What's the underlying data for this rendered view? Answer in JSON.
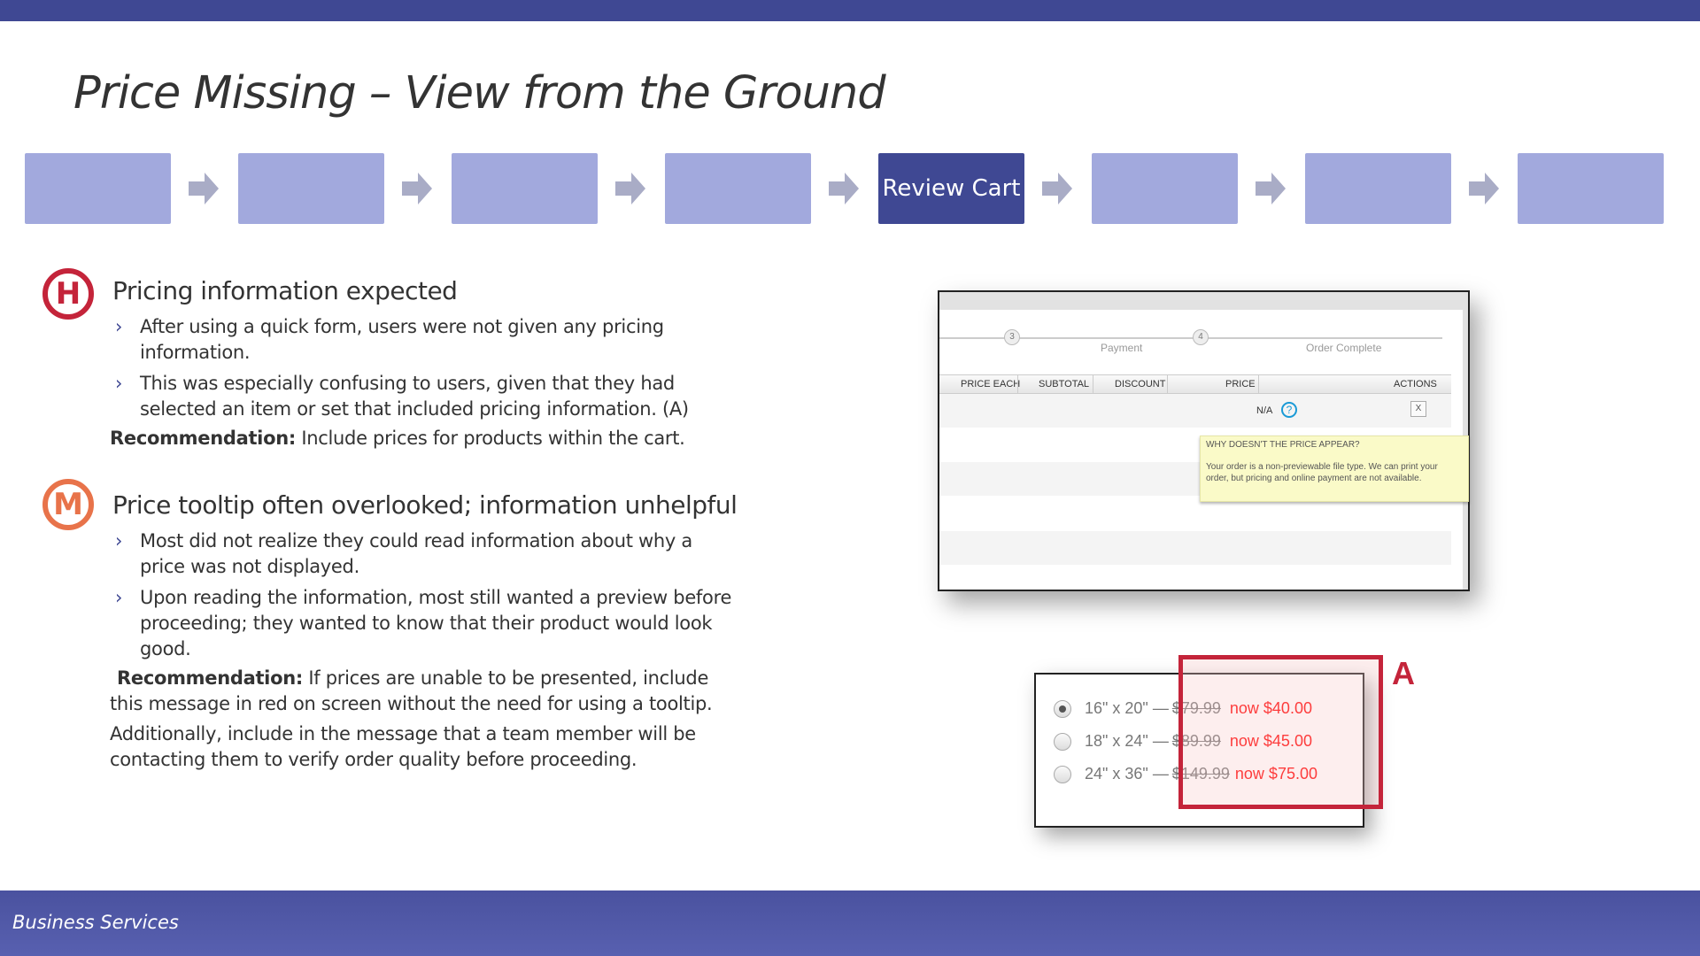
{
  "slide": {
    "title": "Price Missing – View from the Ground"
  },
  "process_steps": [
    "",
    "",
    "",
    "",
    "Review Cart",
    "",
    "",
    ""
  ],
  "active_step": "Review Cart",
  "findings": [
    {
      "severity": "H",
      "color": "#c4243a",
      "heading": "Pricing information expected",
      "bullets": [
        "After using a quick form, users were not given any pricing information.",
        "This was especially confusing to users, given that they had selected an item or set that included pricing information. (A)"
      ],
      "rec_label": "Recommendation:",
      "rec_text": " Include prices for products within the cart."
    },
    {
      "severity": "M",
      "color": "#e8734a",
      "heading": "Price tooltip often overlooked; information unhelpful",
      "bullets": [
        "Most did not realize they could read information about why a price was not displayed.",
        "Upon reading the information, most still wanted a preview before proceeding; they wanted to know that their product would look good."
      ],
      "rec_label": "Recommendation:",
      "rec_text": " If prices are unable to be presented, include this message in red on screen without the need for using a tooltip.",
      "additional": " Additionally, include in the message that a team member will be contacting them to verify order quality before proceeding."
    }
  ],
  "cart": {
    "progress": [
      {
        "num": "3",
        "label": "Payment"
      },
      {
        "num": "4",
        "label": "Order Complete"
      }
    ],
    "columns": [
      "PRICE EACH",
      "SUBTOTAL",
      "DISCOUNT",
      "PRICE",
      "ACTIONS"
    ],
    "price_value": "N/A",
    "remove_label": "X",
    "tooltip_title": "WHY DOESN'T THE PRICE APPEAR?",
    "tooltip_body": "Your order is a non-previewable file type. We can print your order, but pricing and online payment are not available."
  },
  "options": [
    {
      "size": "16\" x 20\" —",
      "old": "$79.99",
      "now": "now $40.00",
      "selected": true
    },
    {
      "size": "18\" x 24\" —",
      "old": "$89.99",
      "now": "now $45.00",
      "selected": false
    },
    {
      "size": "24\" x 36\" —",
      "old": "$149.99",
      "now": "now $75.00",
      "selected": false
    }
  ],
  "callout_label": "A",
  "footer": {
    "text": "Business Services"
  }
}
